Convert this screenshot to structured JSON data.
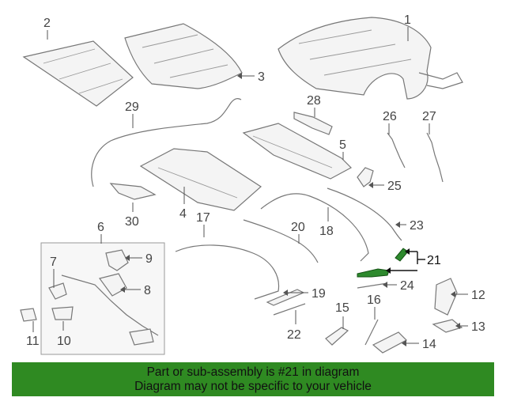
{
  "callouts": {
    "c1": "1",
    "c2": "2",
    "c3": "3",
    "c4": "4",
    "c5": "5",
    "c6": "6",
    "c7": "7",
    "c8": "8",
    "c9": "9",
    "c10": "10",
    "c11": "11",
    "c12": "12",
    "c13": "13",
    "c14": "14",
    "c15": "15",
    "c16": "16",
    "c17": "17",
    "c18": "18",
    "c19": "19",
    "c20": "20",
    "c21": "21",
    "c22": "22",
    "c23": "23",
    "c24": "24",
    "c25": "25",
    "c26": "26",
    "c27": "27",
    "c28": "28",
    "c29": "29",
    "c30": "30"
  },
  "highlight": {
    "part": "21",
    "color": "#2e8a2e"
  },
  "banner": {
    "line1": "Part or sub-assembly is #21 in diagram",
    "line2": "Diagram may not be specific to your vehicle",
    "background": "#2f8a22"
  }
}
